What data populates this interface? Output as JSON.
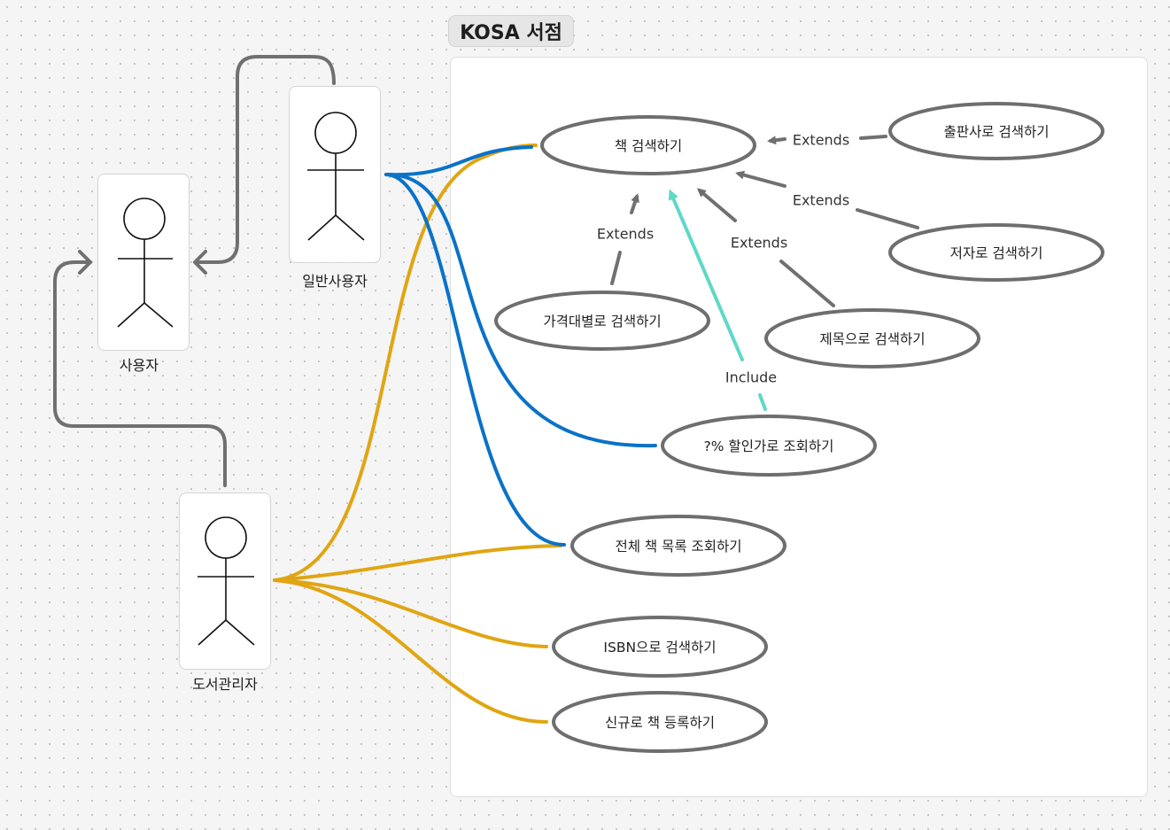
{
  "frame": {
    "title": "KOSA 서점"
  },
  "actors": {
    "user": "사용자",
    "general_user": "일반사용자",
    "librarian": "도서관리자"
  },
  "use_cases": {
    "book_search": "책 검색하기",
    "search_by_publisher": "출판사로 검색하기",
    "search_by_author": "저자로 검색하기",
    "search_by_price": "가격대별로 검색하기",
    "search_by_title": "제목으로 검색하기",
    "discount_lookup": "?% 할인가로 조회하기",
    "list_all_books": "전체 책 목록 조회하기",
    "search_by_isbn": "ISBN으로 검색하기",
    "register_new_book": "신규로 책 등록하기"
  },
  "relations": {
    "extends_publisher": "Extends",
    "extends_author": "Extends",
    "extends_title": "Extends",
    "extends_price": "Extends",
    "include_discount": "Include"
  },
  "colors": {
    "general_user_link": "#0a72c8",
    "librarian_link": "#e0a512",
    "include_link": "#5fd8c8",
    "generalization_link": "#707070",
    "usecase_border": "#6e6e6e"
  }
}
